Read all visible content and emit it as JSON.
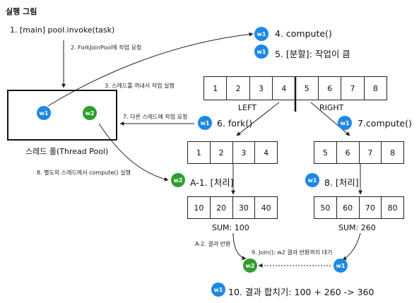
{
  "title": "실행 그림",
  "step1": "1. [main] pool.invoke(task)",
  "step2": "2. ForkJoinPool에 작업 요청",
  "step3": "3. 스레드를 꺼내서 작업 실행",
  "step4": "4. compute()",
  "step5": "5. [분할]: 작업이 큼",
  "step6": "6. fork()",
  "step7": "7. 다른 스레드에 작업 요청",
  "step7b": "7.compute()",
  "step8": "8. 별도의 스레드에서 compute() 실행",
  "step8b": "8. [처리]",
  "stepA1": "A-1. [처리]",
  "stepA2": "A-2. 결과 반환",
  "step9": "9. Join(): w2 결과 반환까지 대기",
  "step10": "10. 결과 합치기: 100 + 260 -> 360",
  "pool_label": "스레드 풀(Thread Pool)",
  "w1": "w1",
  "w2": "w2",
  "left": "LEFT",
  "right": "RIGHT",
  "sum_left": "SUM: 100",
  "sum_right": "SUM: 260",
  "full": [
    "1",
    "2",
    "3",
    "4",
    "5",
    "6",
    "7",
    "8"
  ],
  "left_arr": [
    "1",
    "2",
    "3",
    "4"
  ],
  "right_arr": [
    "5",
    "6",
    "7",
    "8"
  ],
  "left_vals": [
    "10",
    "20",
    "30",
    "40"
  ],
  "right_vals": [
    "50",
    "60",
    "70",
    "80"
  ],
  "colors": {
    "worker1": "#1e88e5",
    "worker2": "#2e9e2e"
  }
}
